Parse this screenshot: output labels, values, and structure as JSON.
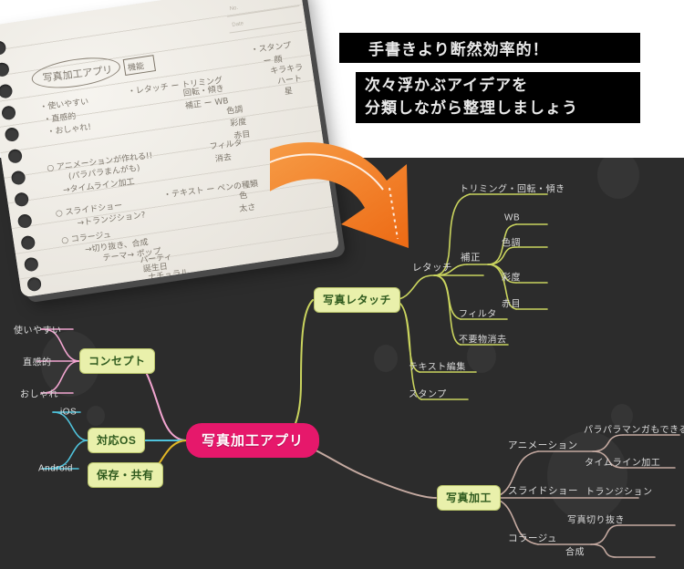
{
  "header": {
    "banner1": "手書きより断然効率的！",
    "banner2_line1": "次々浮かぶアイデアを",
    "banner2_line2": "分類しながら整理しましょう"
  },
  "notebook": {
    "field_no": "No.",
    "field_date": "Date",
    "title": "写真加工アプリ",
    "kinou": "機能",
    "notes": [
      "・使いやすい",
      "・直感的",
      "・おしゃれ!",
      "・レタッチ ー トリミング",
      "回転・傾き",
      "補正 ー WB",
      "色調",
      "彩度",
      "赤目",
      "・スタンプ",
      "ー 顔",
      "キラキラ",
      "ハート",
      "星",
      "○ アニメーションが作れる!!",
      "(パラパラまんがも)",
      "→タイムライン加工",
      "フィルタ",
      "消去",
      "○ スライドショー",
      "→トランジション?",
      "・テキスト ー ペンの種類",
      "色",
      "太さ",
      "○ コラージュ",
      "→切り抜き、合成",
      "テーマ→ ポップ",
      "パーティ",
      "誕生日",
      "ナチュラル…"
    ]
  },
  "mindmap": {
    "central": {
      "label": "写真加工アプリ",
      "color": "#e6186b"
    },
    "branches": [
      {
        "id": "concept",
        "label": "コンセプト",
        "color": "#f2a5d0",
        "children": [
          {
            "label": "使いやすい"
          },
          {
            "label": "直感的"
          },
          {
            "label": "おしゃれ"
          }
        ]
      },
      {
        "id": "os",
        "label": "対応OS",
        "color": "#4fc3dc",
        "children": [
          {
            "label": "iOS"
          },
          {
            "label": "Android"
          }
        ]
      },
      {
        "id": "save-share",
        "label": "保存・共有",
        "color": "#e3b725",
        "children": []
      },
      {
        "id": "retouch",
        "label": "写真レタッチ",
        "color": "#cad45e",
        "children": [
          {
            "label": "レタッチ",
            "children": [
              {
                "label": "トリミング・回転・傾き"
              },
              {
                "label": "補正",
                "children": [
                  {
                    "label": "WB"
                  },
                  {
                    "label": "色調"
                  },
                  {
                    "label": "彩度"
                  },
                  {
                    "label": "赤目"
                  }
                ]
              },
              {
                "label": "フィルタ"
              },
              {
                "label": "不要物消去"
              }
            ]
          },
          {
            "label": "テキスト編集"
          },
          {
            "label": "スタンプ"
          }
        ]
      },
      {
        "id": "process",
        "label": "写真加工",
        "color": "#c4a9a0",
        "children": [
          {
            "label": "アニメーション",
            "children": [
              {
                "label": "パラパラマンガもできる"
              },
              {
                "label": "タイムライン加工"
              }
            ]
          },
          {
            "label": "スライドショー",
            "children": [
              {
                "label": "トランジション"
              }
            ]
          },
          {
            "label": "コラージュ",
            "children": [
              {
                "label": "写真切り抜き"
              },
              {
                "label": "合成"
              }
            ]
          }
        ]
      }
    ]
  },
  "arrow": {
    "name": "curved-arrow",
    "color_from": "#f7a04a",
    "color_to": "#ee6b15"
  }
}
